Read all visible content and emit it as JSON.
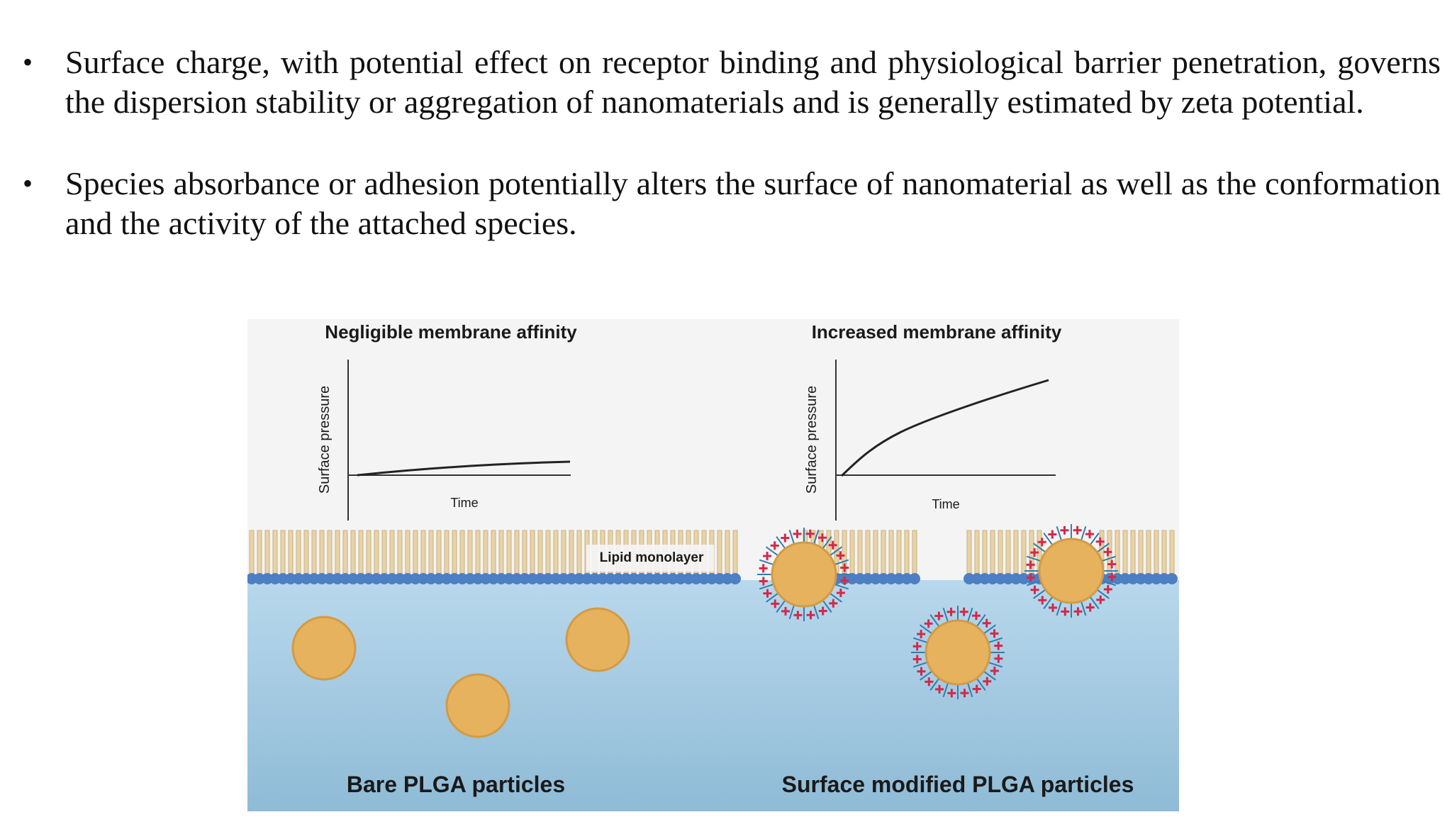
{
  "bullets": [
    {
      "text": "Surface charge, with potential effect on receptor binding and physiological barrier penetration, governs the dispersion stability or aggregation of nanomaterials and is generally estimated by zeta potential."
    },
    {
      "text": "Species absorbance or adhesion potentially alters the surface of nanomaterial as well as the conformation and the activity of the attached species."
    }
  ],
  "figure": {
    "left_panel": {
      "title": "Negligible membrane affinity",
      "ylabel": "Surface pressure",
      "xlabel": "Time",
      "caption": "Bare PLGA particles"
    },
    "right_panel": {
      "title": "Increased membrane affinity",
      "ylabel": "Surface pressure",
      "xlabel": "Time",
      "caption": "Surface modified PLGA particles"
    },
    "membrane_label": "Lipid monolayer",
    "colors": {
      "particle": "#e6b25e",
      "particle_edge": "#d49a45",
      "water_top": "#b8d8ec",
      "water_bottom": "#8fbbd6",
      "lipid_head": "#4d7fc4",
      "lipid_tail": "#e8d3a6",
      "charge": "#d12a4a",
      "ligand": "#2f7fb0"
    }
  }
}
